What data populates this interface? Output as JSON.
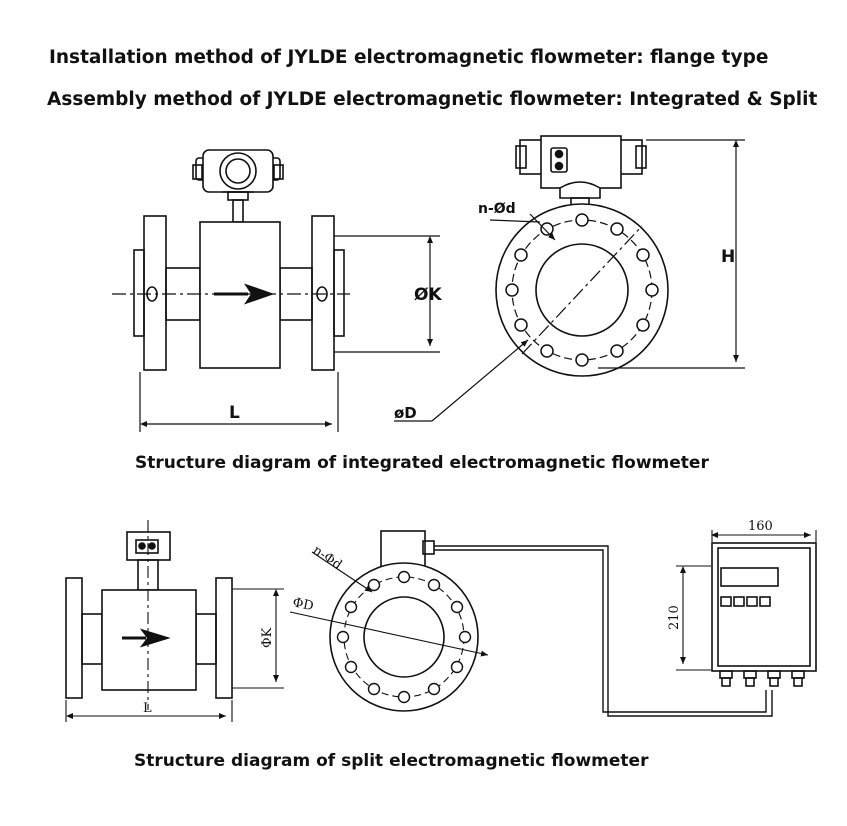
{
  "headings": {
    "installation": "Installation method of JYLDE electromagnetic flowmeter: flange type",
    "assembly": "Assembly method of JYLDE electromagnetic flowmeter: Integrated & Split"
  },
  "captions": {
    "integrated": "Structure diagram of integrated electromagnetic flowmeter",
    "split": "Structure diagram of split electromagnetic flowmeter"
  },
  "integrated_labels": {
    "bore_k": "ØK",
    "length": "L",
    "bolt_holes": "n-Ød",
    "outer_d": "øD",
    "height": "H"
  },
  "split_labels": {
    "bore_k": "ΦK",
    "length": "L",
    "bolt_holes": "n-Φd",
    "outer_d": "ΦD",
    "width": "160",
    "height": "210"
  }
}
